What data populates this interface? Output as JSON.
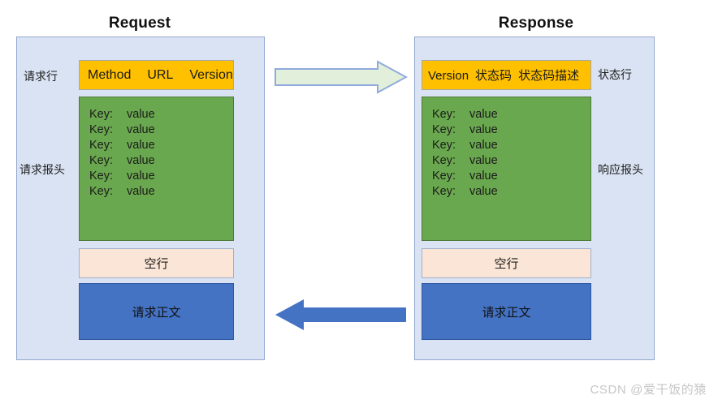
{
  "titles": {
    "request": "Request",
    "response": "Response"
  },
  "request": {
    "start_line": {
      "label": "请求行",
      "segments": [
        "Method",
        "URL",
        "Version"
      ]
    },
    "headers": {
      "label": "请求报头",
      "rows": [
        {
          "key": "Key:",
          "value": "value"
        },
        {
          "key": "Key:",
          "value": "value"
        },
        {
          "key": "Key:",
          "value": "value"
        },
        {
          "key": "Key:",
          "value": "value"
        },
        {
          "key": "Key:",
          "value": "value"
        },
        {
          "key": "Key:",
          "value": "value"
        }
      ]
    },
    "blank_line": {
      "text": "空行"
    },
    "body": {
      "text": "请求正文"
    }
  },
  "response": {
    "start_line": {
      "label": "状态行",
      "segments": [
        "Version",
        "状态码",
        "状态码描述"
      ]
    },
    "headers": {
      "label": "响应报头",
      "rows": [
        {
          "key": "Key:",
          "value": "value"
        },
        {
          "key": "Key:",
          "value": "value"
        },
        {
          "key": "Key:",
          "value": "value"
        },
        {
          "key": "Key:",
          "value": "value"
        },
        {
          "key": "Key:",
          "value": "value"
        },
        {
          "key": "Key:",
          "value": "value"
        }
      ]
    },
    "blank_line": {
      "text": "空行"
    },
    "body": {
      "text": "请求正文"
    }
  },
  "arrows": {
    "request_direction": "right",
    "response_direction": "left"
  },
  "watermark": "CSDN @爱干饭的猿",
  "colors": {
    "panel_fill": "#dae3f3",
    "panel_border": "#93a7cd",
    "start_line_fill": "#ffc000",
    "headers_fill": "#6aa84f",
    "blank_line_fill": "#fbe5d6",
    "body_fill": "#4473c4",
    "arrow_request_fill": "#e2efda",
    "arrow_request_border": "#8faadc",
    "arrow_response_fill": "#4473c4",
    "watermark_color": "#c6c6c6"
  }
}
